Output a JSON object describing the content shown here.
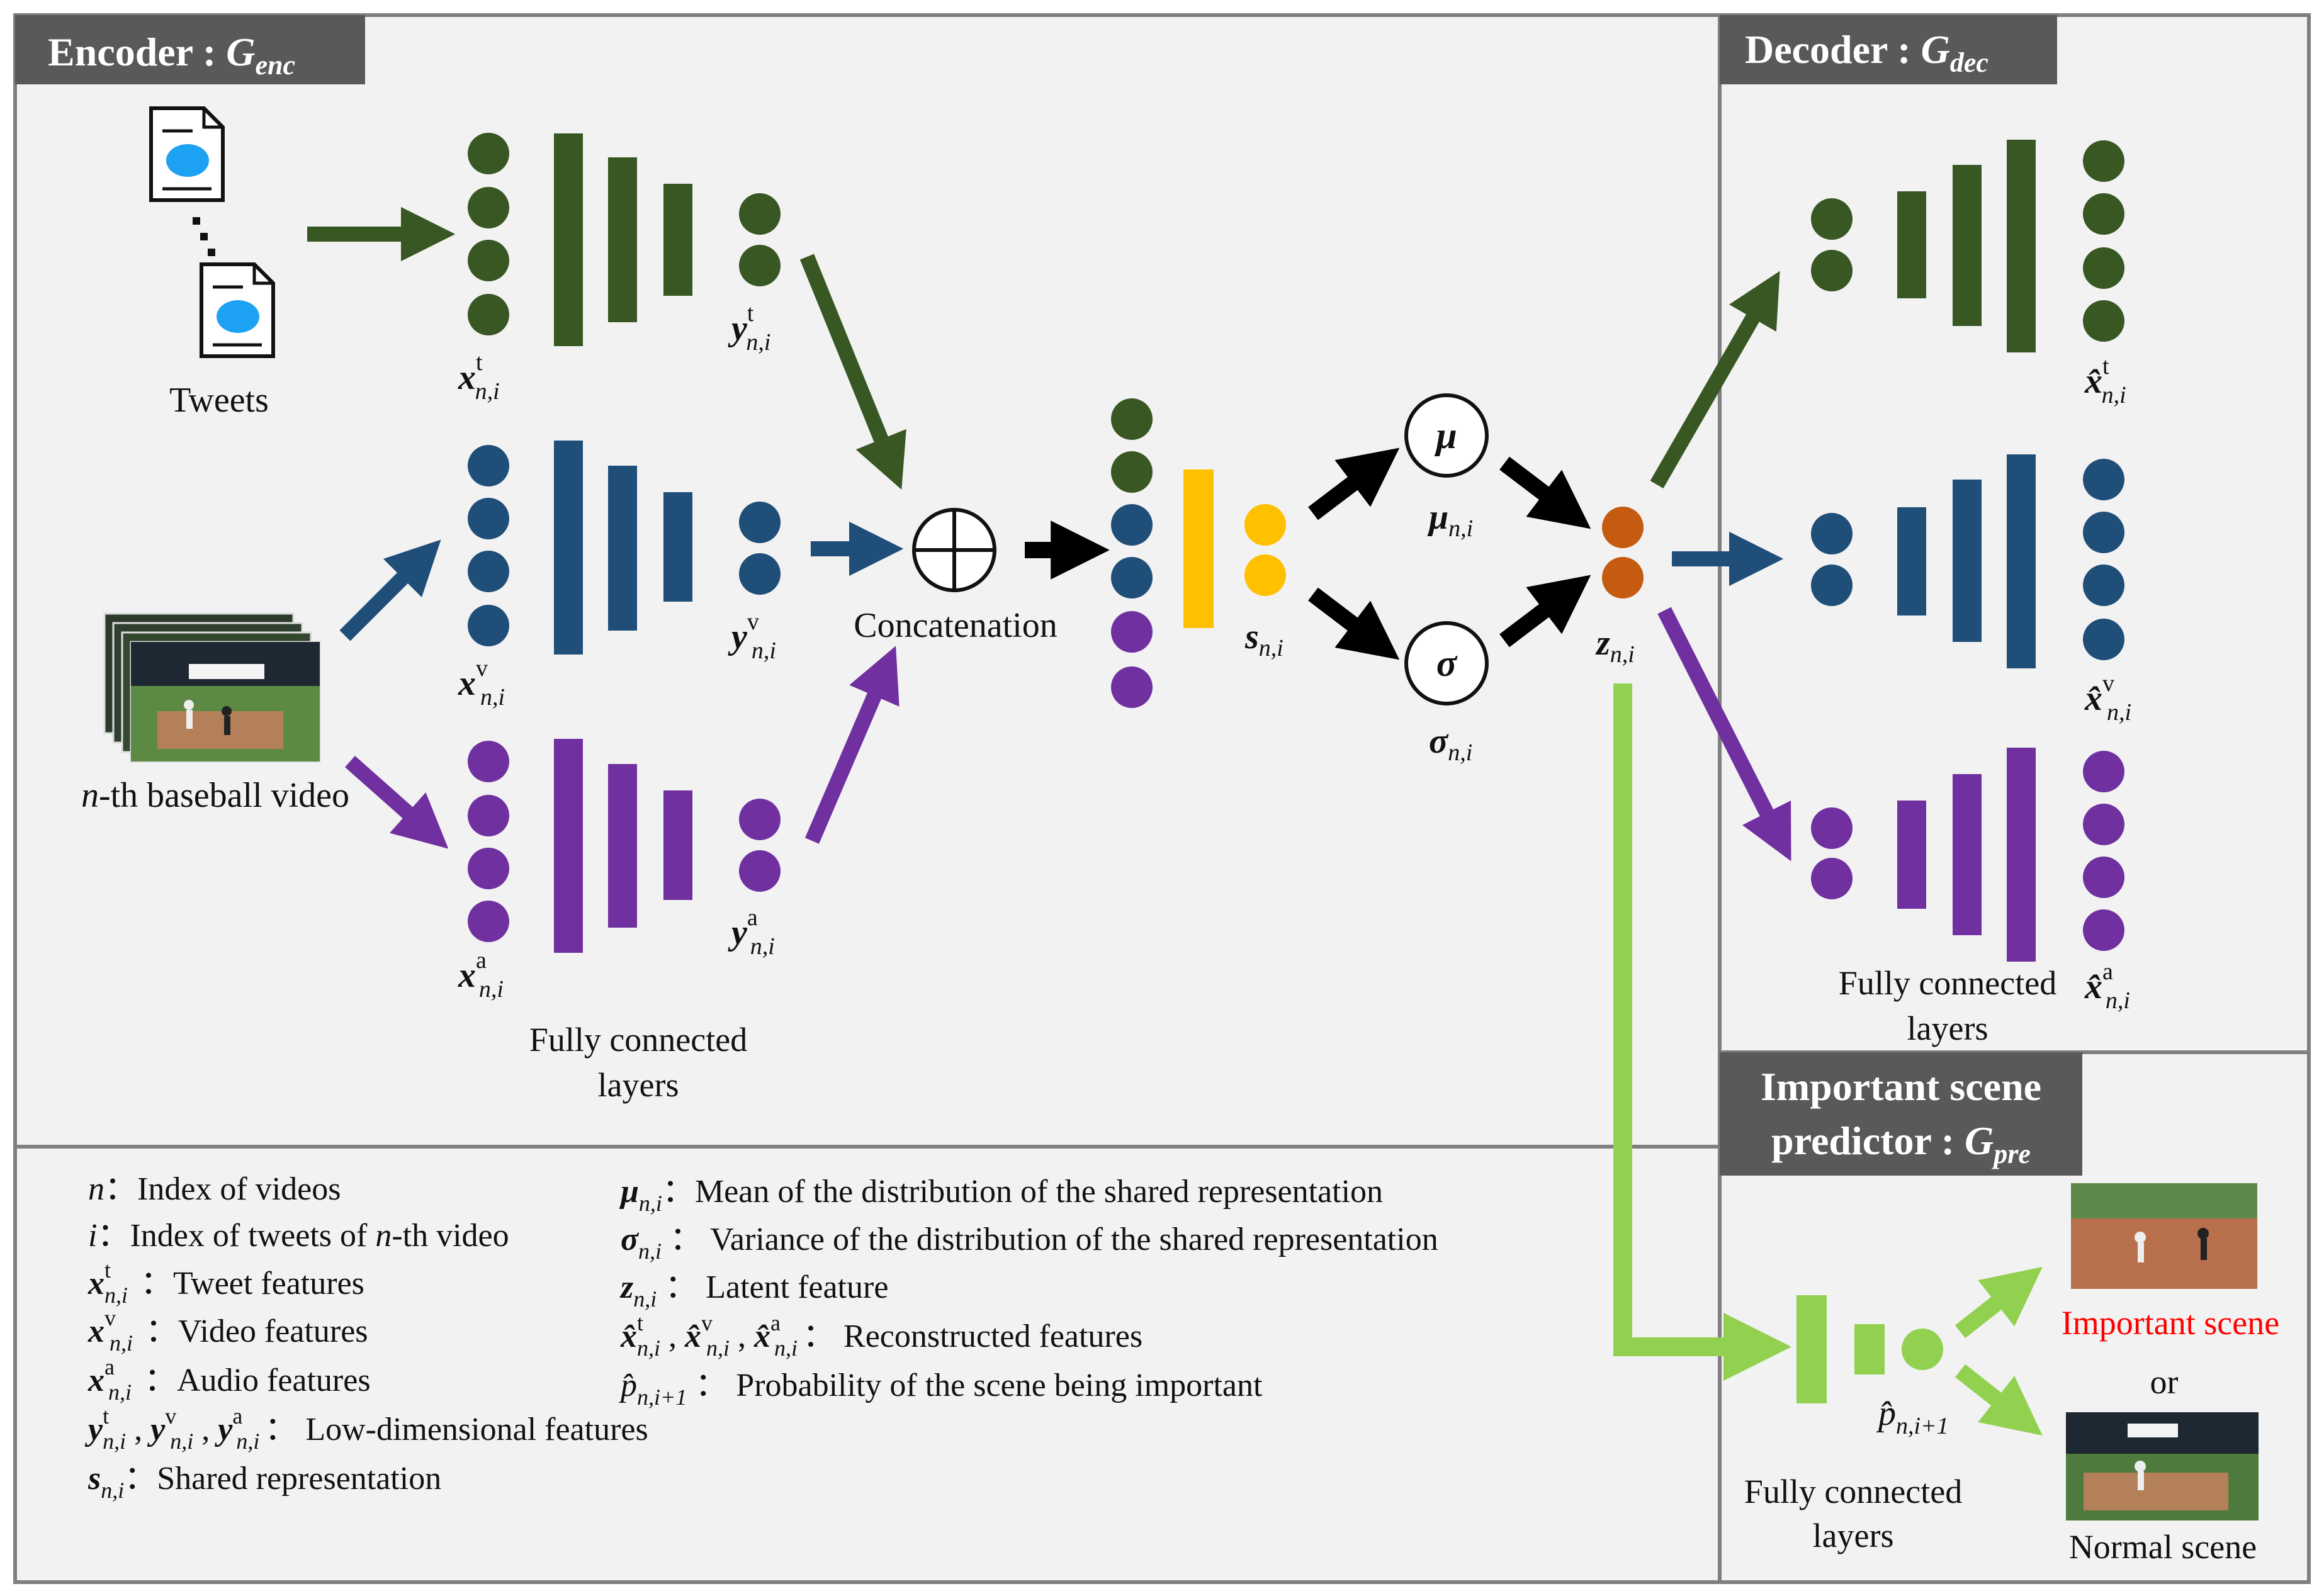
{
  "sections": {
    "encoder": "Encoder : ",
    "encoder_sub": "G",
    "encoder_subscript": "enc",
    "decoder": "Decoder : ",
    "decoder_sub": "G",
    "decoder_subscript": "dec",
    "predictor_line1": "Important scene",
    "predictor_line2": "predictor : ",
    "predictor_sub": "G",
    "predictor_subscript": "pre"
  },
  "inputs": {
    "tweets": "Tweets",
    "video_prefix": "n",
    "video_label": "-th baseball video"
  },
  "encoder_labels": {
    "xt": "x",
    "xt_sup": "t",
    "xv": "x",
    "xv_sup": "v",
    "xa": "x",
    "xa_sup": "a",
    "yt": "y",
    "yt_sup": "t",
    "yv": "y",
    "yv_sup": "v",
    "ya": "y",
    "ya_sup": "a",
    "sub": "n,i",
    "fc_line1": "Fully connected",
    "fc_line2": "layers",
    "concat": "Concatenation"
  },
  "latent": {
    "s": "s",
    "sub": "n,i",
    "mu_node": "μ",
    "sigma_node": "σ",
    "mu": "μ",
    "sigma": "σ",
    "z": "z"
  },
  "decoder_labels": {
    "xt": "x̂",
    "xt_sup": "t",
    "xv": "x̂",
    "xv_sup": "v",
    "xa": "x̂",
    "xa_sup": "a",
    "sub": "n,i",
    "fc_line1": "Fully connected",
    "fc_line2": "layers"
  },
  "predictor": {
    "p": "p̂",
    "p_sub": "n,i+1",
    "important": "Important scene",
    "or": "or",
    "normal": "Normal scene",
    "fc_line1": "Fully connected",
    "fc_line2": "layers"
  },
  "legend": {
    "col1": [
      {
        "sym": "n",
        "sup": "",
        "sub": "",
        "desc": "：Index of videos"
      },
      {
        "sym": "i",
        "sup": "",
        "sub": "",
        "desc": "：Index of tweets of n-th video"
      },
      {
        "sym": "x",
        "sup": "t",
        "sub": "n,i",
        "desc": "：Tweet features"
      },
      {
        "sym": "x",
        "sup": "v",
        "sub": "n,i",
        "desc": "：Video features"
      },
      {
        "sym": "x",
        "sup": "a",
        "sub": "n,i",
        "desc": "：Audio features"
      },
      {
        "sym": "y",
        "sup": "t",
        "sub": "n,i",
        "desc": ", y_v , y_a ： Low-dimensional features"
      },
      {
        "sym": "s",
        "sup": "",
        "sub": "n,i",
        "desc": "：Shared representation"
      }
    ],
    "col2": [
      {
        "sym": "μ",
        "sub": "n,i",
        "desc": "：Mean of the distribution of the shared representation"
      },
      {
        "sym": "σ",
        "sub": "n,i",
        "desc": "： Variance of the distribution of the shared representation"
      },
      {
        "sym": "z",
        "sub": "n,i",
        "desc": "： Latent feature"
      },
      {
        "sym": "x̂",
        "sub": "n,i",
        "desc": "： Reconstructed features"
      },
      {
        "sym": "p̂",
        "sub": "n,i+1",
        "desc": "： Probability of the scene being important"
      }
    ],
    "y_line_tail": "： Low-dimensional features",
    "recon_tail": "： Reconstructed features"
  },
  "colors": {
    "tweet": "#385723",
    "video": "#1f4e79",
    "audio": "#7030a0",
    "shared": "#ffc000",
    "latent": "#c55a11",
    "predictor": "#92d050",
    "tag_bg": "#595959",
    "panel": "#f2f2f2",
    "important_text": "#ff0000"
  }
}
